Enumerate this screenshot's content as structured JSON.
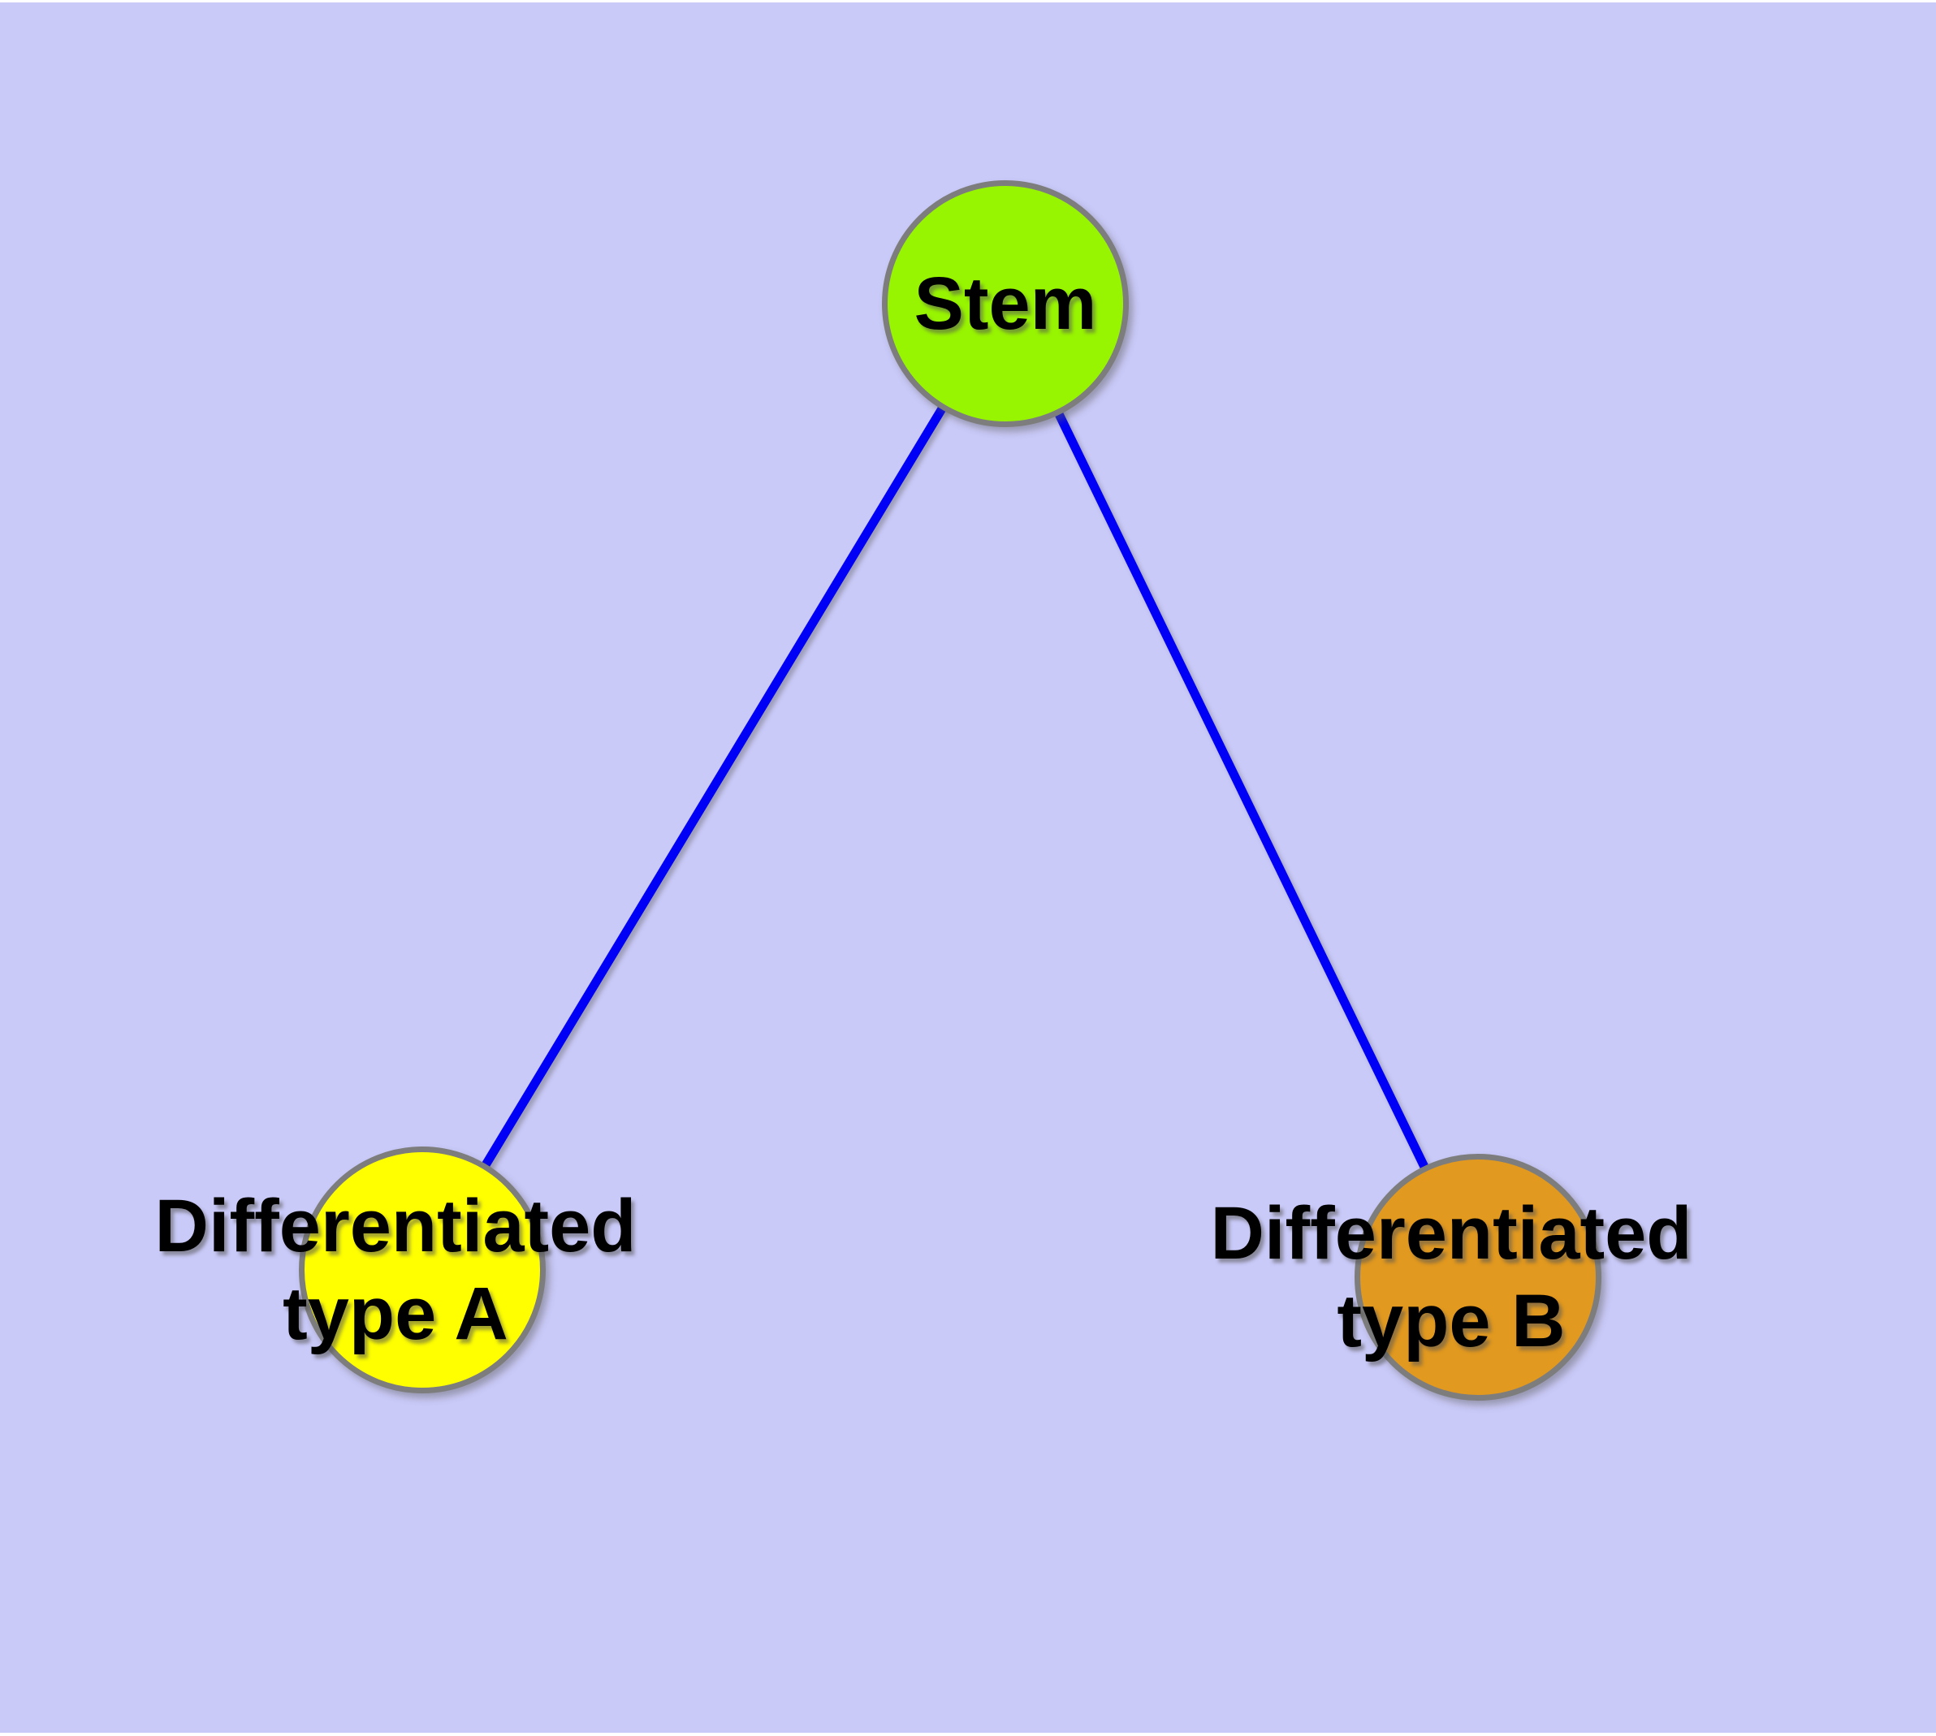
{
  "diagram": {
    "background_color": "#cacaf9",
    "frame_color": "#ffffff",
    "edge_color": "#0000f6",
    "node_border_color": "#7d7d7d",
    "label_color": "#000000",
    "nodes": [
      {
        "id": "stem",
        "label": "Stem",
        "fill": "#98f501"
      },
      {
        "id": "differentiated-type-a",
        "label": "Differentiated type A",
        "label_lines": [
          "Differentiated",
          "type A"
        ],
        "fill": "#ffff00"
      },
      {
        "id": "differentiated-type-b",
        "label": "Differentiated type B",
        "label_lines": [
          "Differentiated",
          "type B"
        ],
        "fill": "#e2991f"
      }
    ],
    "edges": [
      {
        "from": "stem",
        "to": "differentiated-type-a"
      },
      {
        "from": "stem",
        "to": "differentiated-type-b"
      }
    ]
  }
}
